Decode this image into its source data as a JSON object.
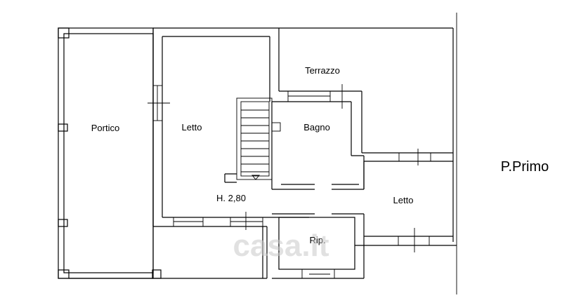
{
  "plan": {
    "floor_title": "P.Primo",
    "rooms": {
      "portico": "Portico",
      "letto_1": "Letto",
      "terrazzo": "Terrazzo",
      "bagno": "Bagno",
      "letto_2": "Letto",
      "ripostiglio": "Rip."
    },
    "height_note": "H. 2,80",
    "watermark": "casa.it"
  }
}
